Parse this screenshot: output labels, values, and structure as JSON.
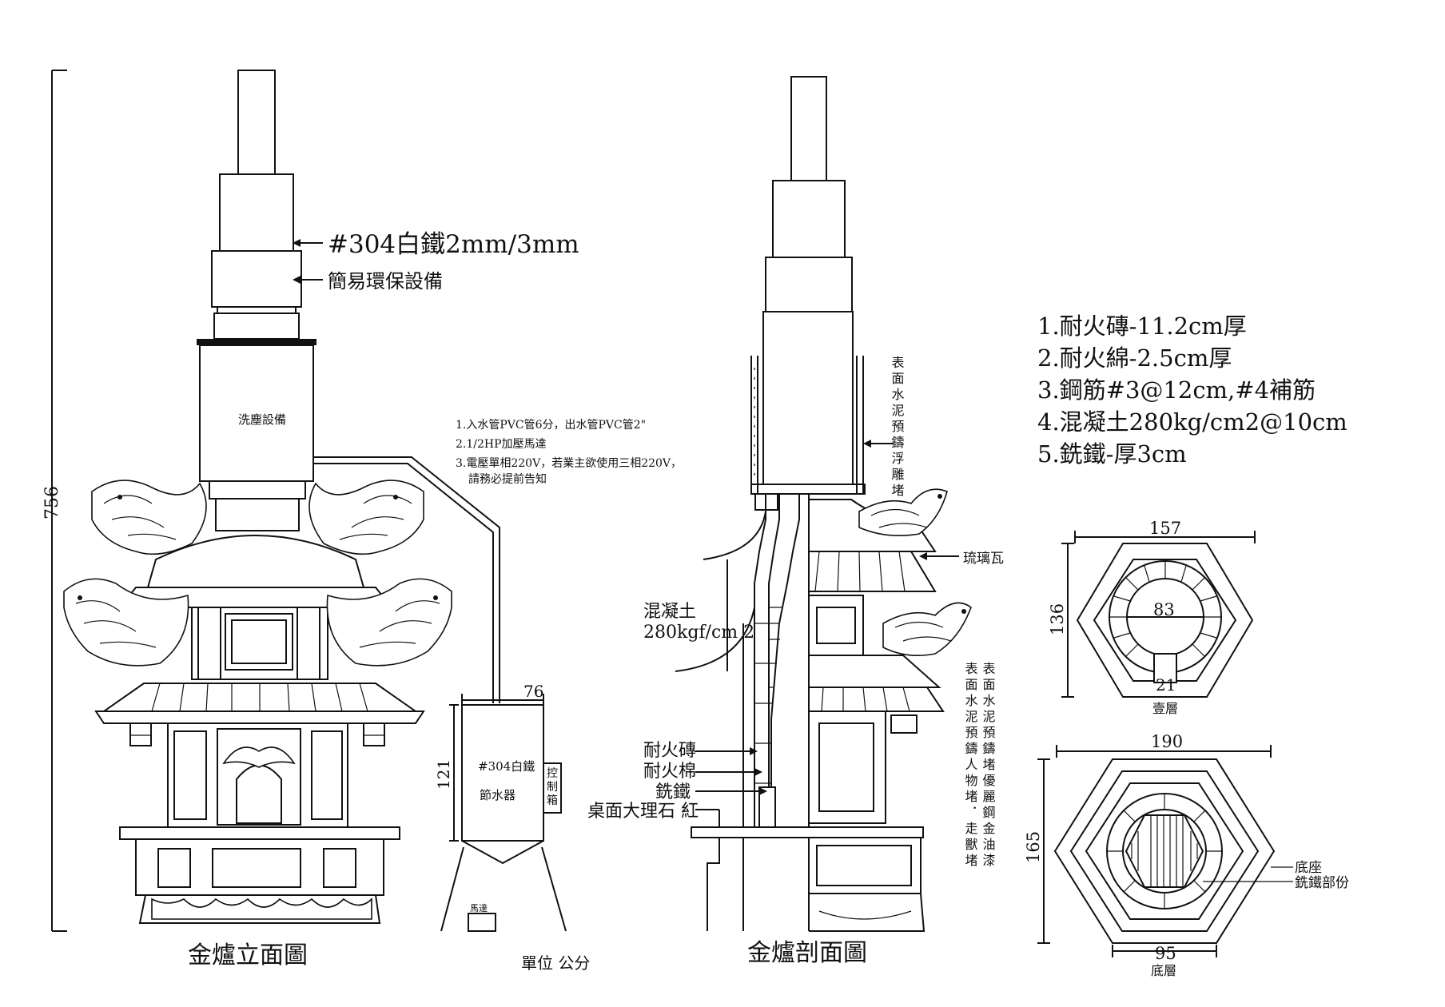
{
  "elevation": {
    "title": "金爐立面圖",
    "height_dim": "756",
    "callout_steel": "#304白鐵2mm/3mm",
    "callout_env": "簡易環保設備",
    "washer_label": "洗塵設備",
    "notes": [
      "1.入水管PVC管6分，出水管PVC管2\"",
      "2.1/2HP加壓馬達",
      "3.電壓單相220V，若業主欲使用三相220V，",
      "請務必提前告知"
    ],
    "tank_width_dim": "76",
    "tank_height_dim": "121",
    "tank_label_1": "#304白鐵",
    "tank_label_2": "節水器",
    "control_box": "控制箱",
    "motor_label": "馬達",
    "unit_label": "單位 公分"
  },
  "section": {
    "title": "金爐剖面圖",
    "note_top": "表面水泥預鑄浮雕堵",
    "glazed_tile": "琉璃瓦",
    "concrete_1": "混凝土",
    "concrete_2": "280kgf/cm 2",
    "note_right_1": "表面水泥預鑄堵優麗鋼金油漆",
    "note_right_2": "表面水泥預鑄人物堵．走獸堵",
    "layer_brick": "耐火磚",
    "layer_wool": "耐火棉",
    "layer_iron": "銑鐵",
    "layer_marble": "桌面大理石 紅"
  },
  "specs": [
    "1.耐火磚-11.2cm厚",
    "2.耐火綿-2.5cm厚",
    "3.鋼筋#3@12cm,#4補筋",
    "4.混凝土280kg/cm2@10cm",
    "5.銑鐵-厚3cm"
  ],
  "plan_top": {
    "width_dim": "157",
    "height_dim": "136",
    "inner_dim": "83",
    "opening_dim": "21",
    "label": "壹層"
  },
  "plan_bottom": {
    "width_dim": "190",
    "height_dim": "165",
    "base_dim": "95",
    "label": "底層",
    "callout_base": "底座",
    "callout_iron": "銑鐵部份"
  }
}
